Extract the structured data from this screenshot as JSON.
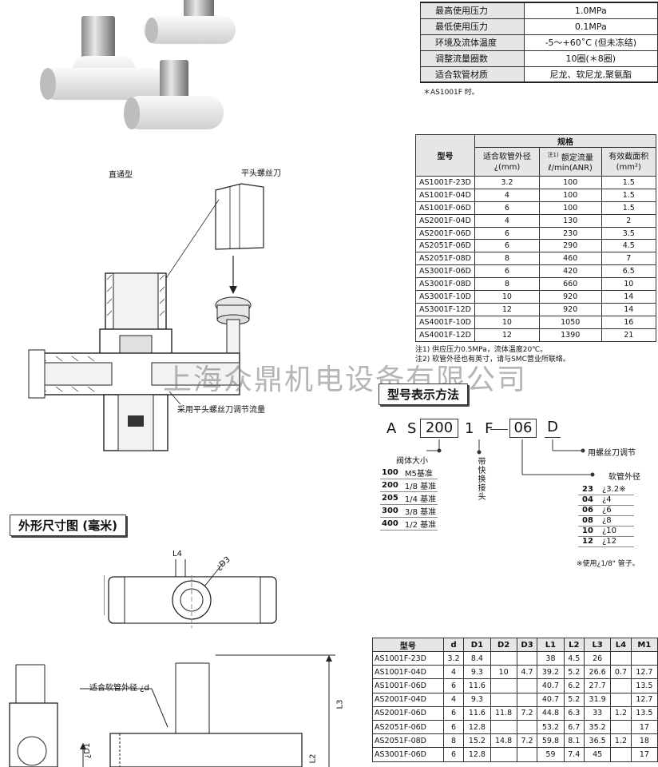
{
  "spec_table": [
    {
      "label": "最高使用压力",
      "value": "1.0MPa"
    },
    {
      "label": "最低使用压力",
      "value": "0.1MPa"
    },
    {
      "label": "环境及流体温度",
      "value": "-5～+60˚C (但未冻结)"
    },
    {
      "label": "调整流量圈数",
      "value": "10圈(＊8圈)"
    },
    {
      "label": "适合软管材质",
      "value": "尼龙、软尼龙,聚氨酯"
    }
  ],
  "spec_note": "＊AS1001F 时。",
  "photo_caption": "直通型",
  "diagram_labels": {
    "screwdriver": "平头螺丝刀",
    "adjust": "采用平头螺丝刀调节流量"
  },
  "model_table": {
    "header_model": "型号",
    "header_spec": "规格",
    "col_tube": "适合软管外径",
    "col_tube_unit": "¿(mm)",
    "col_flow_note": "注1)",
    "col_flow": "额定流量",
    "col_flow_unit": "ℓ/min(ANR)",
    "col_area": "有效截面积",
    "col_area_unit": "(mm²)",
    "rows": [
      [
        "AS1001F-23D",
        "3.2",
        "100",
        "1.5"
      ],
      [
        "AS1001F-04D",
        "4",
        "100",
        "1.5"
      ],
      [
        "AS1001F-06D",
        "6",
        "100",
        "1.5"
      ],
      [
        "AS2001F-04D",
        "4",
        "130",
        "2"
      ],
      [
        "AS2001F-06D",
        "6",
        "230",
        "3.5"
      ],
      [
        "AS2051F-06D",
        "6",
        "290",
        "4.5"
      ],
      [
        "AS2051F-08D",
        "8",
        "460",
        "7"
      ],
      [
        "AS3001F-06D",
        "6",
        "420",
        "6.5"
      ],
      [
        "AS3001F-08D",
        "8",
        "660",
        "10"
      ],
      [
        "AS3001F-10D",
        "10",
        "920",
        "14"
      ],
      [
        "AS3001F-12D",
        "12",
        "920",
        "14"
      ],
      [
        "AS4001F-10D",
        "10",
        "1050",
        "16"
      ],
      [
        "AS4001F-12D",
        "12",
        "1390",
        "21"
      ]
    ],
    "note1": "注1) 供应压力0.5MPa，流体温度20℃。",
    "note2": "注2) 软管外径也有英寸，请与SMC营业所联络。"
  },
  "watermark": "上海众鼎机电设备有限公司",
  "section_model_code": "型号表示方法",
  "model_code": {
    "prefix": "A S",
    "size": "200",
    "mid": "1 F",
    "tube": "06",
    "suffix": "D",
    "suffix_desc": "用螺丝刀调节",
    "fitting_desc": "带快换接头",
    "body_size_title": "阀体大小",
    "body_sizes": [
      {
        "code": "100",
        "desc": "M5基准"
      },
      {
        "code": "200",
        "desc": "1/8 基准"
      },
      {
        "code": "205",
        "desc": "1/4 基准"
      },
      {
        "code": "300",
        "desc": "3/8 基准"
      },
      {
        "code": "400",
        "desc": "1/2 基准"
      }
    ],
    "tube_title": "软管外径",
    "tube_sizes": [
      {
        "code": "23",
        "desc": "¿3.2※"
      },
      {
        "code": "04",
        "desc": "¿4"
      },
      {
        "code": "06",
        "desc": "¿6"
      },
      {
        "code": "08",
        "desc": "¿8"
      },
      {
        "code": "10",
        "desc": "¿10"
      },
      {
        "code": "12",
        "desc": "¿12"
      }
    ],
    "tube_note": "※使用¿1/8\" 管子。"
  },
  "section_dimensions": "外形尺寸图 (毫米)",
  "dim_labels": {
    "L4": "L4",
    "D3": "¿D3",
    "tube_od": "适合软管外径 ¿d",
    "D1": "¿D1",
    "L3": "L3",
    "L2": "L2"
  },
  "dim_table": {
    "headers": [
      "型号",
      "d",
      "D1",
      "D2",
      "D3",
      "L1",
      "L2",
      "L3",
      "L4",
      "M1"
    ],
    "rows": [
      [
        "AS1001F-23D",
        "3.2",
        "8.4",
        "",
        "",
        "38",
        "4.5",
        "26",
        "",
        ""
      ],
      [
        "AS1001F-04D",
        "4",
        "9.3",
        "10",
        "4.7",
        "39.2",
        "5.2",
        "26.6",
        "0.7",
        "12.7"
      ],
      [
        "AS1001F-06D",
        "6",
        "11.6",
        "",
        "",
        "40.7",
        "6.2",
        "27.7",
        "",
        "13.5"
      ],
      [
        "AS2001F-04D",
        "4",
        "9.3",
        "",
        "",
        "40.7",
        "5.2",
        "31.9",
        "",
        "12.7"
      ],
      [
        "AS2001F-06D",
        "6",
        "11.6",
        "11.8",
        "7.2",
        "44.8",
        "6.3",
        "33",
        "1.2",
        "13.5"
      ],
      [
        "AS2051F-06D",
        "6",
        "12.8",
        "",
        "",
        "53.2",
        "6.7",
        "35.2",
        "",
        "17"
      ],
      [
        "AS2051F-08D",
        "8",
        "15.2",
        "14.8",
        "7.2",
        "59.8",
        "8.1",
        "36.5",
        "1.2",
        "18"
      ],
      [
        "AS3001F-06D",
        "6",
        "12.8",
        "",
        "",
        "59",
        "7.4",
        "45",
        "",
        "17"
      ]
    ]
  }
}
